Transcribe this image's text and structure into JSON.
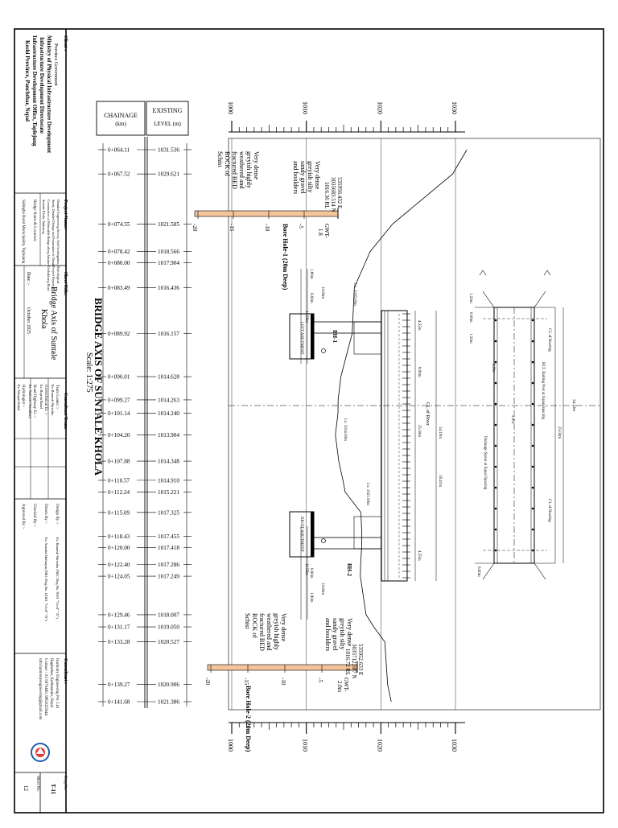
{
  "title": "BRIDGE AXIS OF SUNTALE KHOLA",
  "scale": "Scale: 1:275",
  "headers": {
    "chainage": "CHAINAGE",
    "chainage_unit": "(km)",
    "existing": "EXISTING",
    "existing_unit": "LEVEL (m)"
  },
  "scale_ticks": [
    "1000",
    "1010",
    "1020",
    "1030"
  ],
  "stations": [
    {
      "ch": "0+064.11",
      "lvl": "1031.536"
    },
    {
      "ch": "0+067.52",
      "lvl": "1029.621"
    },
    {
      "ch": "0+074.55",
      "lvl": "1021.585"
    },
    {
      "ch": "0+078.42",
      "lvl": "1018.566"
    },
    {
      "ch": "0+080.00",
      "lvl": "1017.904"
    },
    {
      "ch": "0+083.49",
      "lvl": "1016.436"
    },
    {
      "ch": "0+089.92",
      "lvl": "1016.157"
    },
    {
      "ch": "0+096.01",
      "lvl": "1014.628"
    },
    {
      "ch": "0+099.27",
      "lvl": "1014.263"
    },
    {
      "ch": "0+101.14",
      "lvl": "1014.240"
    },
    {
      "ch": "0+104.20",
      "lvl": "1013.904"
    },
    {
      "ch": "0+107.88",
      "lvl": "1014.348"
    },
    {
      "ch": "0+110.57",
      "lvl": "1014.910"
    },
    {
      "ch": "0+112.24",
      "lvl": "1015.221"
    },
    {
      "ch": "0+115.09",
      "lvl": "1017.325"
    },
    {
      "ch": "0+118.43",
      "lvl": "1017.455"
    },
    {
      "ch": "0+120.00",
      "lvl": "1017.418"
    },
    {
      "ch": "0+122.40",
      "lvl": "1017.286"
    },
    {
      "ch": "0+124.05",
      "lvl": "1017.249"
    },
    {
      "ch": "0+129.46",
      "lvl": "1018.007"
    },
    {
      "ch": "0+131.17",
      "lvl": "1019.050"
    },
    {
      "ch": "0+133.28",
      "lvl": "1020.527"
    },
    {
      "ch": "0+139.27",
      "lvl": "1020.906"
    },
    {
      "ch": "0+141.68",
      "lvl": "1021.386"
    }
  ],
  "borehole1": {
    "name": "Bore Hole-1 (20m Deep)",
    "coord_e": "535956.432 E",
    "coord_n": "3035683.514 N",
    "rl": "1016.36 RL",
    "gwt": "GWT-",
    "gwt_val": "1.8",
    "soil_upper": [
      "Very dense",
      "greyish silty",
      "sandy gravel",
      "and boulders"
    ],
    "soil_lower": [
      "Very dense",
      "greyish highly",
      "weathered and",
      "fractured BED",
      "ROCK of",
      "Schist"
    ],
    "depths": [
      "-5",
      "-10",
      "-15",
      "-20"
    ]
  },
  "borehole2": {
    "name": "Bore Hole-2 (20m Deep)",
    "coord_e": "535952.633 E",
    "coord_n": "3035712.587 N",
    "rl": "1016.72 RL",
    "gwt": "GWT-",
    "gwt_val": "2.0m",
    "soil_upper": [
      "Very dense",
      "greyish silty",
      "sandy gravel",
      "and boulders"
    ],
    "soil_lower": [
      "Very dense",
      "greyish highly",
      "weathered and",
      "fractured BED",
      "ROCK of",
      "Schist"
    ],
    "depths": [
      "-5",
      "-10",
      "-15",
      "-20"
    ]
  },
  "dims": {
    "d1": "1.80m",
    "d2": "6.90m",
    "d3": "2.25m",
    "d4": "11.55m",
    "d5": "10.60m",
    "d6": "4.55m",
    "d7": "8.90m",
    "d8": "25.00m",
    "d9": "16.41m",
    "d10": "34.10m",
    "d11": "1.20m",
    "d12": "6.00m",
    "d13": "6.60m",
    "d14": "2.9%"
  },
  "labels": {
    "left_abut": "LEFT ABUTMENT",
    "right_abut": "RIGHT ABUTMENT",
    "cl_river": "CL of River",
    "cl_bearing": "CL of Bearing",
    "bh1": "BH-1",
    "bh2": "BH-2",
    "rcc": "RCC Railing Post at Equal Spacing",
    "drain": "Drainage Spout at Equal Spacing",
    "lvl_a": "Lv. 1016.00m",
    "lvl_b": "Lv. 1014.00m",
    "lvl_c": "Lv. 1021.00m"
  },
  "tb": {
    "client_h": "Client :",
    "client": [
      "Province Government",
      "Ministry of Physical Infrastructure Development",
      "Infrastructure Development Directorate",
      "Infrastructure Development Office, Taplejung",
      "Koshi Province, Panchthar, Nepal"
    ],
    "project_h": "Project Name:",
    "project": [
      "Detailed Engineering Survey, Soil Investigation, Hydrological",
      "Study, Detailed Design and Preparation of Detail Project Report of",
      "Construction of Motorable Bridge along Jaisitar-Kholrakhang Road",
      "Suntale Khola, Taplejung"
    ],
    "bridge_name_h": "Bridge Name & Location:",
    "bridge_name": "Sidingba Rural Municipality, Taplejung",
    "sheet_title_h": "Sheet Title:",
    "sheet_title": [
      "Bridge Axis of Suntale",
      "Khola"
    ],
    "date_h": "Date :-",
    "date": "October 2025",
    "team_h": "Consultant Team:",
    "team": [
      {
        "role": "Team Leader :-",
        "name": "Er. Ramesh Shrestha"
      },
      {
        "role": "Geotechnical Er. :-",
        "name": "Er. Rajesh Basel"
      },
      {
        "role": "Road Highway Er. :-",
        "name": "Er. Santosh Chaudhary"
      },
      {
        "role": "Hydrologist :-",
        "name": "Er. Nirajan Dahal"
      }
    ],
    "design_by": "Design By :-",
    "design_name": "Er. Ramesh Shrestha (NEC Reg.No. 9101 \"Civil\" \"A\")",
    "drawn_by": "Drawn By :-",
    "drawn_name": "Er. Anusha Maharjan (NEC Reg.No. 18181 \"Civil\" \"A\")",
    "checked_by": "Checked By :-",
    "approved_by": "Approved By :-",
    "consultant_h": "Consultant :",
    "consultant": [
      "Harmony Engineering Pvt. Ltd",
      "Bagdurbar, Kathmandu, Nepal",
      "Contact : 01-5970490, 9852023044",
      "info.harmonyengineering@gmail.com"
    ],
    "dwg_h": "Dwg.No.",
    "dwg": "T-11",
    "sheet_h": "Sheet No.",
    "sheet": "12"
  }
}
